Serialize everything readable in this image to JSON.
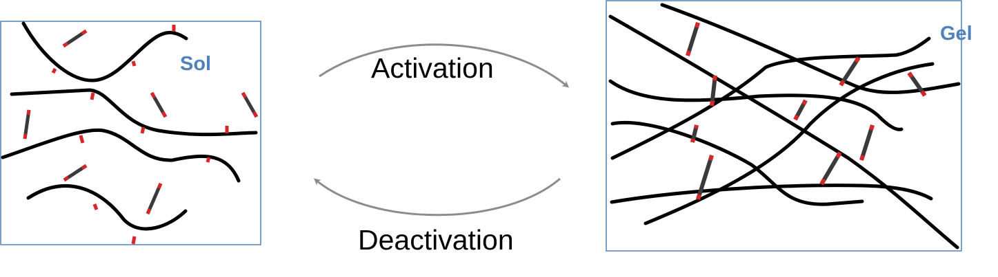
{
  "sol_panel": {
    "label": "Sol"
  },
  "gel_panel": {
    "label": "Gel"
  },
  "transitions": {
    "forward": "Activation",
    "reverse": "Deactivation"
  },
  "colors": {
    "box_border": "#4f81bd",
    "label": "#4f81bd",
    "chain": "#000000",
    "crosslinker": "#3a3a3a",
    "reactive_end": "#d62728",
    "arrow": "#8c8c8c"
  }
}
